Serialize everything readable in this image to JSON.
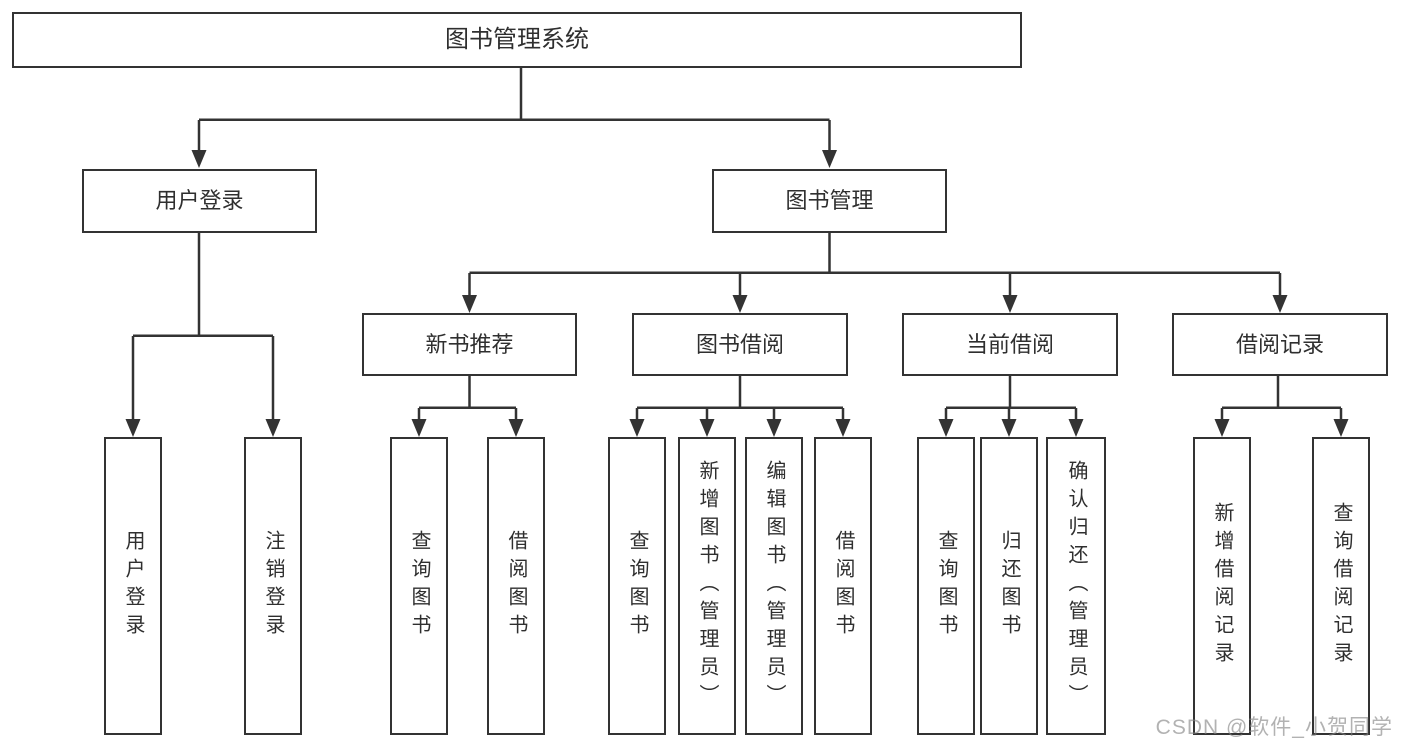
{
  "diagram": {
    "title": "图书管理系统",
    "type": "hierarchy-tree",
    "colors": {
      "line": "#333333",
      "text": "#2f2f2f",
      "box_background": "#ffffff",
      "watermark": "#a8a8a8"
    },
    "tree": {
      "root": {
        "label": "图书管理系统"
      },
      "level1": [
        {
          "label": "用户登录",
          "parent": "图书管理系统"
        },
        {
          "label": "图书管理",
          "parent": "图书管理系统"
        }
      ],
      "level2": [
        {
          "label": "新书推荐",
          "parent": "图书管理"
        },
        {
          "label": "图书借阅",
          "parent": "图书管理"
        },
        {
          "label": "当前借阅",
          "parent": "图书管理"
        },
        {
          "label": "借阅记录",
          "parent": "图书管理"
        }
      ],
      "leaves": [
        {
          "label": "用户登录",
          "parent": "用户登录"
        },
        {
          "label": "注销登录",
          "parent": "用户登录"
        },
        {
          "label": "查询图书",
          "parent": "新书推荐"
        },
        {
          "label": "借阅图书",
          "parent": "新书推荐"
        },
        {
          "label": "查询图书",
          "parent": "图书借阅"
        },
        {
          "label": "新增图书（管理员）",
          "parent": "图书借阅"
        },
        {
          "label": "编辑图书（管理员）",
          "parent": "图书借阅"
        },
        {
          "label": "借阅图书",
          "parent": "图书借阅"
        },
        {
          "label": "查询图书",
          "parent": "当前借阅"
        },
        {
          "label": "归还图书",
          "parent": "当前借阅"
        },
        {
          "label": "确认归还（管理员）",
          "parent": "当前借阅"
        },
        {
          "label": "新增借阅记录",
          "parent": "借阅记录"
        },
        {
          "label": "查询借阅记录",
          "parent": "借阅记录"
        }
      ]
    },
    "watermark_text": "CSDN @软件_小贺同学"
  }
}
